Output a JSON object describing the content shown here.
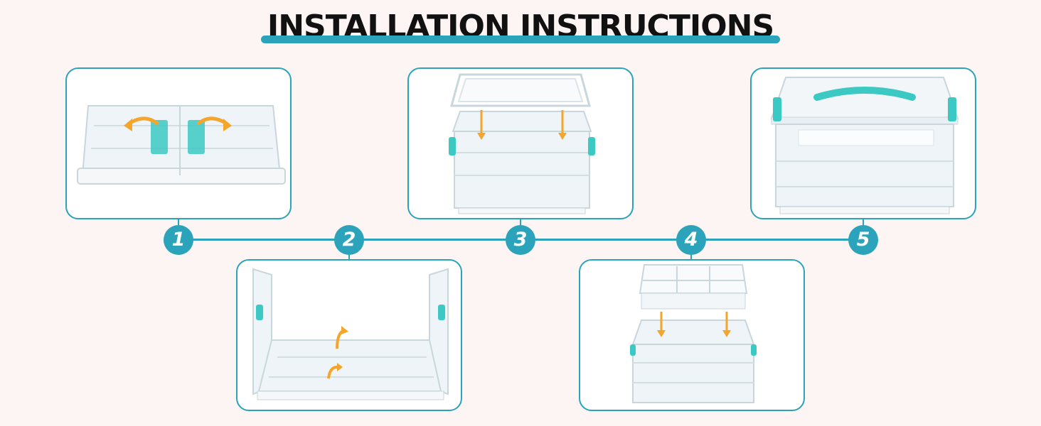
{
  "header": {
    "title": "INSTALLATION INSTRUCTIONS"
  },
  "steps": [
    {
      "number": "1",
      "illustration": "folded-box-unfold-icon"
    },
    {
      "number": "2",
      "illustration": "box-sides-raised-icon"
    },
    {
      "number": "3",
      "illustration": "box-frame-attach-icon"
    },
    {
      "number": "4",
      "illustration": "box-tray-insert-icon"
    },
    {
      "number": "5",
      "illustration": "box-lid-closed-icon"
    }
  ],
  "colors": {
    "accent": "#2aa3bb",
    "arrow": "#f4a52a",
    "latch": "#3cc9c4",
    "background": "#fcf5f3"
  }
}
